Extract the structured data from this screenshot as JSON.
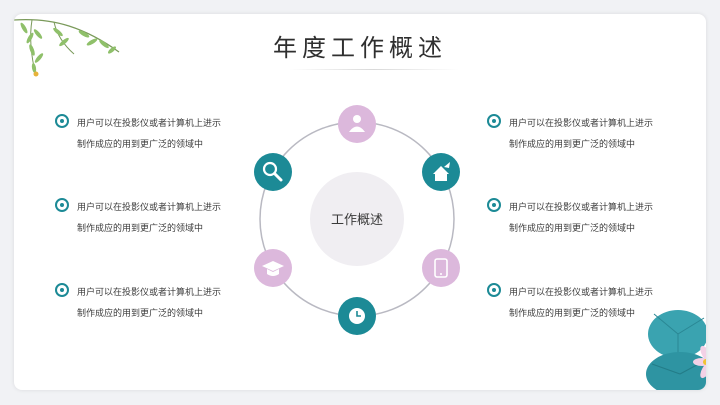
{
  "slide": {
    "title": "年度工作概述",
    "center_label": "工作概述",
    "left_items": [
      {
        "text": "用户可以在投影仪或者计算机上进示制作成应的用到更广泛的领域中"
      },
      {
        "text": "用户可以在投影仪或者计算机上进示制作成应的用到更广泛的领域中"
      },
      {
        "text": "用户可以在投影仪或者计算机上进示制作成应的用到更广泛的领域中"
      }
    ],
    "right_items": [
      {
        "text": "用户可以在投影仪或者计算机上进示制作成应的用到更广泛的领域中"
      },
      {
        "text": "用户可以在投影仪或者计算机上进示制作成应的用到更广泛的领域中"
      },
      {
        "text": "用户可以在投影仪或者计算机上进示制作成应的用到更广泛的领域中"
      }
    ],
    "icons": [
      "user-icon",
      "rocket-house-icon",
      "phone-icon",
      "clock-icon",
      "graduation-cap-icon",
      "search-icon"
    ],
    "colors": {
      "teal": "#1c8a96",
      "pink": "#dcb8dc",
      "ring": "#b9b9c2",
      "center": "#f0eef2"
    }
  }
}
